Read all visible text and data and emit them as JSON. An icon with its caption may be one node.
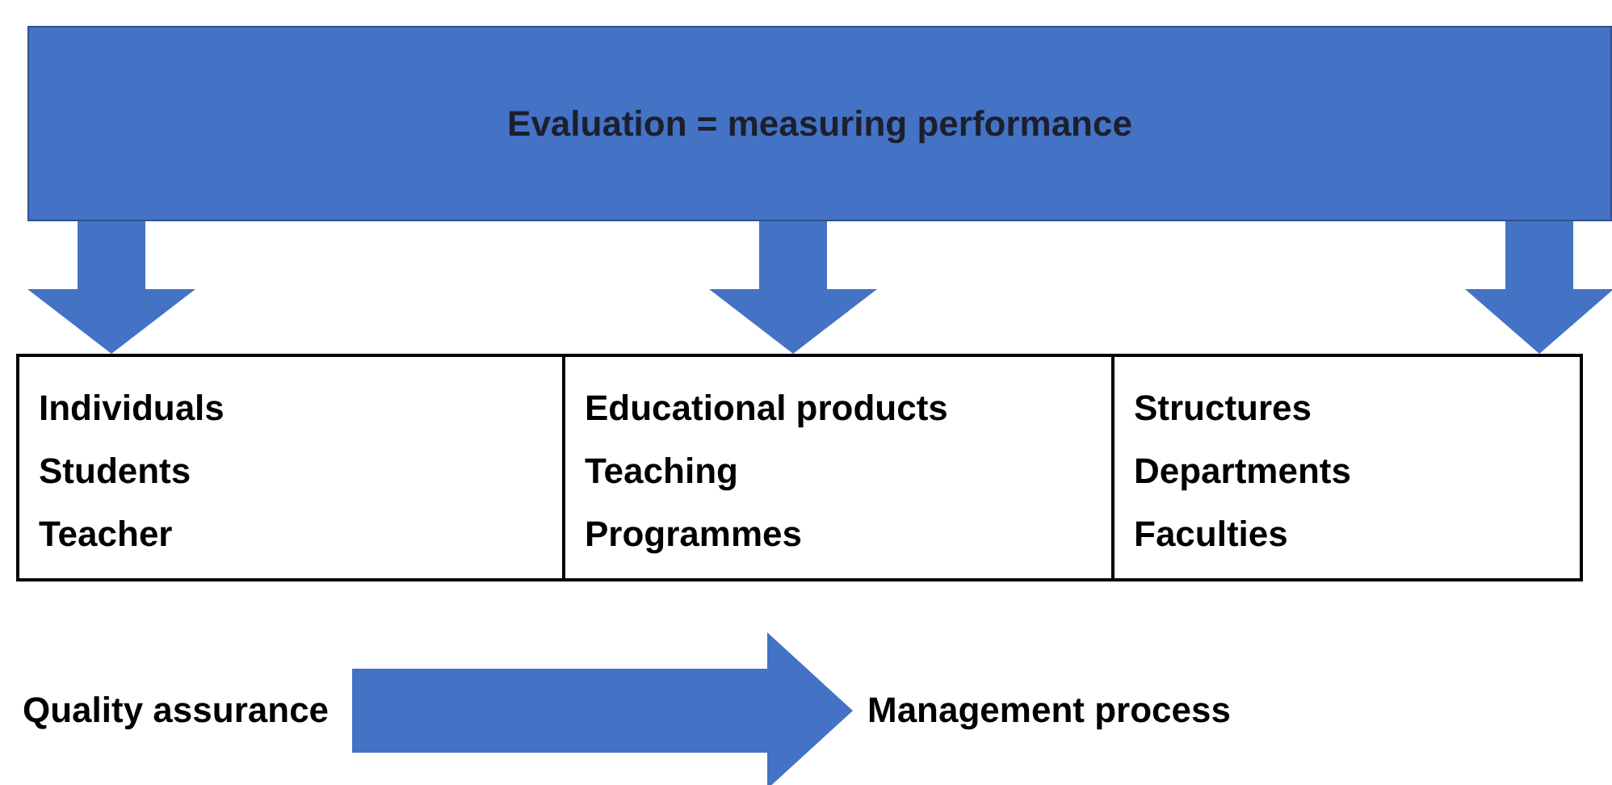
{
  "diagram": {
    "nodes": [
      {
        "text": [
          "Evaluation = measuring performance"
        ]
      },
      {
        "text": [
          "Individuals",
          "Students",
          "Teacher"
        ]
      },
      {
        "text": [
          "Educational products",
          "Teaching",
          "Programmes"
        ]
      },
      {
        "text": [
          "Structures",
          "Departments",
          "Faculties"
        ]
      },
      {
        "text": [
          "Quality assurance"
        ]
      },
      {
        "text": [
          "Management process"
        ]
      }
    ],
    "edges": [
      {
        "from": 0,
        "to": 1,
        "arrow": "to"
      },
      {
        "from": 0,
        "to": 2,
        "arrow": "to"
      },
      {
        "from": 0,
        "to": 3,
        "arrow": "to"
      },
      {
        "from": 4,
        "to": 5,
        "arrow": "to"
      }
    ]
  }
}
